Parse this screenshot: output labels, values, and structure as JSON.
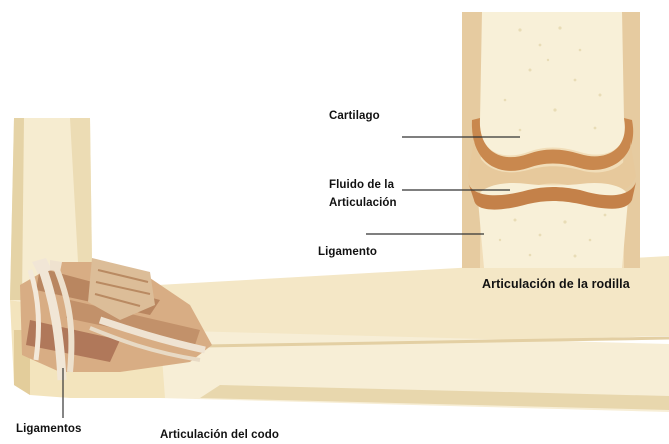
{
  "labels": {
    "cartilage": "Cartilago",
    "fluid_line1": "Fluido de la",
    "fluid_line2": "Articulación",
    "ligament": "Ligamento",
    "knee_caption": "Articulación de la rodilla",
    "ligaments": "Ligamentos",
    "elbow_caption": "Articulación del codo"
  },
  "colors": {
    "bone": "#f7edcf",
    "bone_shadow": "#e6d2a4",
    "cartilage": "#c8874e",
    "ligament_tissue": "#c79a74",
    "tendon": "#efe3d2",
    "joint_capsule": "#e9c99c",
    "leader_line": "#333333"
  }
}
